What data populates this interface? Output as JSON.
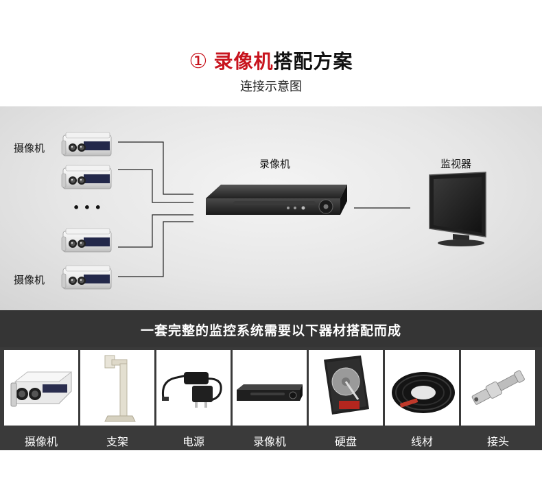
{
  "header": {
    "number": "①",
    "title_red": "录像机",
    "title_black": "搭配方案",
    "subtitle": "连接示意图"
  },
  "diagram": {
    "camera_label_top": "摄像机",
    "camera_label_bottom": "摄像机",
    "dvr_label": "录像机",
    "monitor_label": "监视器",
    "ellipsis": "• • •"
  },
  "band": {
    "text": "一套完整的监控系统需要以下器材搭配而成"
  },
  "items": [
    {
      "label": "摄像机",
      "icon": "camera-icon"
    },
    {
      "label": "支架",
      "icon": "bracket-icon"
    },
    {
      "label": "电源",
      "icon": "power-adapter-icon"
    },
    {
      "label": "录像机",
      "icon": "dvr-icon"
    },
    {
      "label": "硬盘",
      "icon": "hard-drive-icon"
    },
    {
      "label": "线材",
      "icon": "cable-roll-icon"
    },
    {
      "label": "接头",
      "icon": "bnc-connector-icon"
    }
  ]
}
